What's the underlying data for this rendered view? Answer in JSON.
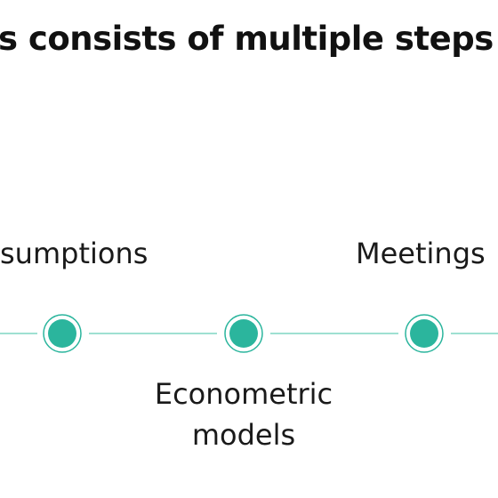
{
  "title": "s consists of multiple steps",
  "steps": [
    {
      "label": "sumptions",
      "position": "top"
    },
    {
      "label": "Econometric models",
      "position": "bottom"
    },
    {
      "label": "Meetings",
      "position": "top"
    }
  ],
  "colors": {
    "node_fill": "#2bb59d",
    "node_ring": "#2bb59d",
    "line": "#9fe0d2",
    "text": "#1a1a1a"
  }
}
